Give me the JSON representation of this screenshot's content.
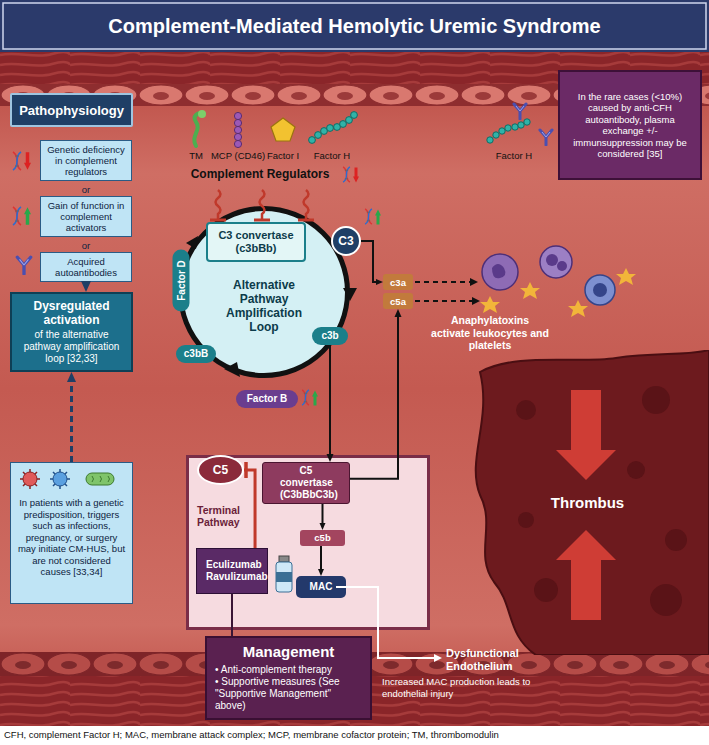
{
  "diagram": {
    "title": "Complement-Mediated Hemolytic Uremic Syndrome",
    "caption": "CFH, complement Factor H; MAC, membrane attack complex; MCP, membrane cofactor protein; TM, thrombomodulin",
    "nodes": [
      {
        "text": [
          "Pathophysiology"
        ]
      },
      {
        "text": [
          "Genetic deficiency in complement regulators"
        ]
      },
      {
        "text": [
          "Gain of function in complement activators"
        ]
      },
      {
        "text": [
          "Acquired autoantibodies"
        ]
      },
      {
        "text": [
          "Dysregulated activation",
          "of the alternative pathway amplification loop [32,33]"
        ]
      },
      {
        "text": [
          "In patients with a genetic predisposition, triggers such as infections, pregnancy, or surgery may initiate CM-HUS, but are not considered causes [33,34]"
        ]
      },
      {
        "text": [
          "Alternative Pathway Amplification Loop"
        ]
      },
      {
        "text": [
          "C3 convertase (c3bBb)"
        ]
      },
      {
        "text": [
          "C3"
        ]
      },
      {
        "text": [
          "Factor D"
        ]
      },
      {
        "text": [
          "c3bB"
        ]
      },
      {
        "text": [
          "c3b"
        ]
      },
      {
        "text": [
          "Factor B"
        ]
      },
      {
        "text": [
          "c3a"
        ]
      },
      {
        "text": [
          "c5a"
        ]
      },
      {
        "text": [
          "In the rare cases (<10%) caused by anti-CFH autoantibody, plasma exchange +/- immunsuppression may be considered [35]"
        ]
      },
      {
        "text": [
          "Thrombus"
        ]
      },
      {
        "text": [
          "Terminal Pathway"
        ]
      },
      {
        "text": [
          "C5"
        ],
        "in": 17
      },
      {
        "text": [
          "C5 convertase (C3bBbC3b)"
        ],
        "in": 17
      },
      {
        "text": [
          "c5b"
        ],
        "in": 17
      },
      {
        "text": [
          "MAC"
        ],
        "in": 17
      },
      {
        "text": [
          "Eculizumab Ravulizumab"
        ],
        "in": 17
      },
      {
        "text": [
          "Management",
          "• Anti-complement therapy",
          "• Supportive measures (See \"Supportive Management\" above)"
        ]
      }
    ],
    "edges": [
      {
        "from": 3,
        "to": 4,
        "arrow": "to"
      },
      {
        "from": 5,
        "to": 4,
        "arrow": "to"
      },
      {
        "from": 8,
        "to": 13,
        "arrow": "to"
      },
      {
        "from": 11,
        "to": 19,
        "arrow": "to"
      },
      {
        "from": 19,
        "to": 14,
        "arrow": "to"
      },
      {
        "from": 19,
        "to": 20,
        "arrow": "to"
      },
      {
        "from": 20,
        "to": 21,
        "arrow": "to"
      },
      {
        "from": 22,
        "to": 18,
        "arrow": "none"
      },
      {
        "from": 23,
        "to": 22,
        "arrow": "none"
      }
    ],
    "labels": [
      "or",
      "or",
      "TM",
      "MCP (CD46)",
      "Factor I",
      "Factor H",
      "Complement Regulators",
      "Factor H",
      "Anaphylatoxins activate leukocytes and platelets",
      "Dysfunctional Endothelium",
      "Increased MAC production leads to endothelial injury"
    ]
  }
}
